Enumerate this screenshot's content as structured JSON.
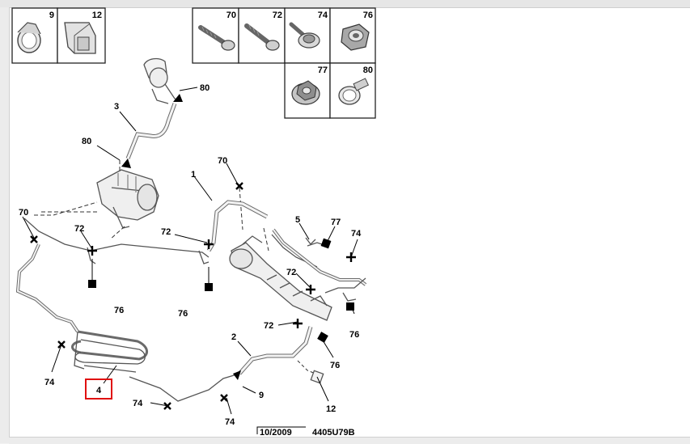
{
  "legend_boxes": [
    {
      "ref": "9",
      "icon": "hose-clamp"
    },
    {
      "ref": "12",
      "icon": "clip"
    },
    {
      "ref": "70",
      "icon": "bolt"
    },
    {
      "ref": "72",
      "icon": "bolt"
    },
    {
      "ref": "74",
      "icon": "flange-bolt"
    },
    {
      "ref": "76",
      "icon": "nut"
    },
    {
      "ref": "77",
      "icon": "flange-nut"
    },
    {
      "ref": "80",
      "icon": "hose-clamp"
    }
  ],
  "callouts": {
    "c1": "1",
    "c2": "2",
    "c3": "3",
    "c4": "4",
    "c5": "5",
    "c9": "9",
    "c12": "12",
    "c70a": "70",
    "c70b": "70",
    "c72a": "72",
    "c72b": "72",
    "c72c": "72",
    "c72d": "72",
    "c74a": "74",
    "c74b": "74",
    "c74c": "74",
    "c74d": "74",
    "c76a": "76",
    "c76b": "76",
    "c76c": "76",
    "c76d": "76",
    "c77": "77",
    "c80a": "80",
    "c80b": "80"
  },
  "highlighted_ref": "4",
  "footer": {
    "date": "10/2009",
    "code": "4405U79B"
  },
  "colors": {
    "highlight": "#e01010",
    "line": "#555555",
    "fill": "#f2f2f2",
    "marker": "#000000"
  }
}
